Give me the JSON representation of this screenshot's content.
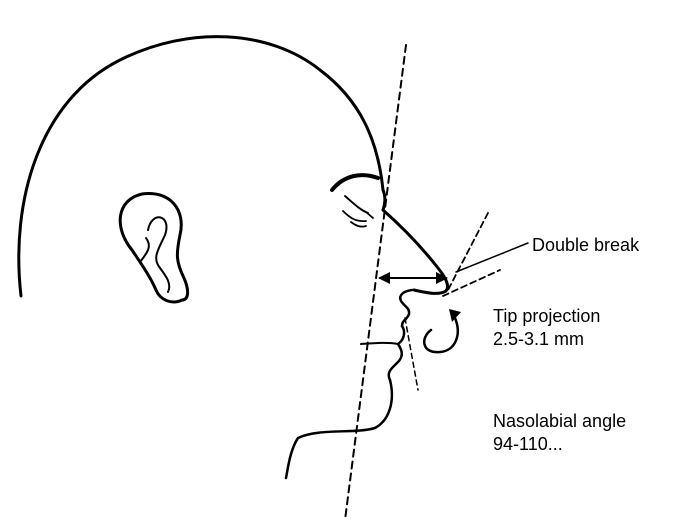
{
  "labels": {
    "double_break": "Double break",
    "tip_projection_title": "Tip projection",
    "tip_projection_value": "2.5-3.1 mm",
    "nasolabial_title": "Nasolabial angle",
    "nasolabial_value": "94-110..."
  }
}
